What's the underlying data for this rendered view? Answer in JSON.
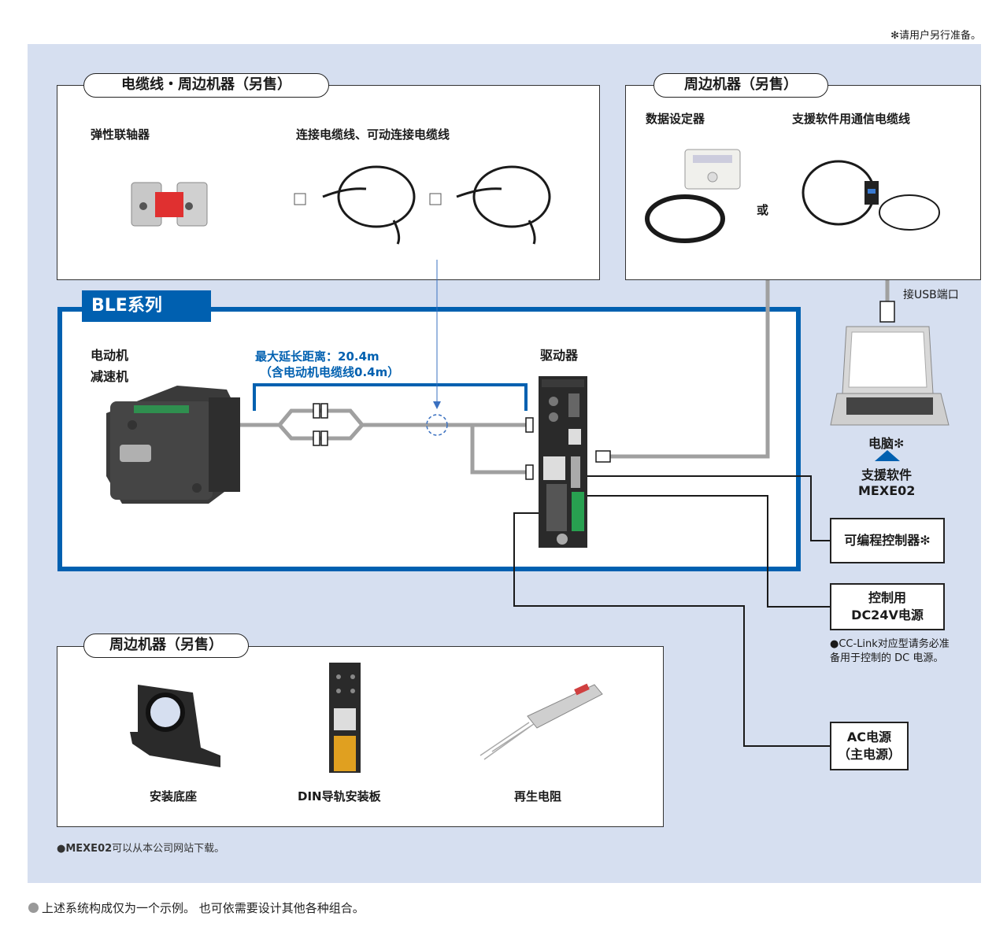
{
  "top_note": "✻请用户另行准备。",
  "cables_box": {
    "title": "电缆线・周边机器（另售）",
    "coupling_label": "弹性联轴器",
    "cable_label": "连接电缆线、可动连接电缆线"
  },
  "peripheral_top": {
    "title": "周边机器（另售）",
    "data_setter_label": "数据设定器",
    "comm_cable_label": "支援软件用通信电缆线",
    "or_label": "或"
  },
  "usb_label": "接USB端口",
  "ble_series": {
    "title": "BLE系列",
    "motor_label_1": "电动机",
    "motor_label_2": "减速机",
    "max_ext_1": "最大延长距离：20.4m",
    "max_ext_2": "（含电动机电缆线0.4m）",
    "driver_label": "驱动器"
  },
  "pc": {
    "label": "电脑✻",
    "software_label": "支援软件",
    "software_name": "MEXE02"
  },
  "plc_label": "可编程控制器✻",
  "ctrl_power": {
    "line1": "控制用",
    "line2": "DC24V电源",
    "note": "●CC-Link对应型请务必准备用于控制的 DC 电源。"
  },
  "ac_power": {
    "line1": "AC电源",
    "line2": "（主电源）"
  },
  "peripheral_bottom": {
    "title": "周边机器（另售）",
    "mount_label": "安装底座",
    "din_label": "DIN导轨安装板",
    "resistor_label": "再生电阻"
  },
  "mexe_note_bold": "●MEXE02",
  "mexe_note_rest": "可以从本公司网站下载。",
  "footer_note": "上述系统构成仅为一个示例。 也可依需要设计其他各种组合。",
  "colors": {
    "accent_blue": "#0060b0",
    "panel_bg": "#d6dff0",
    "cable_gray": "#a0a0a0"
  },
  "icons": [
    "coupling-icon",
    "cable-icon",
    "data-setter-icon",
    "comm-cable-icon",
    "motor-icon",
    "driver-icon",
    "laptop-icon",
    "mounting-bracket-icon",
    "din-rail-plate-icon",
    "regen-resistor-icon"
  ]
}
